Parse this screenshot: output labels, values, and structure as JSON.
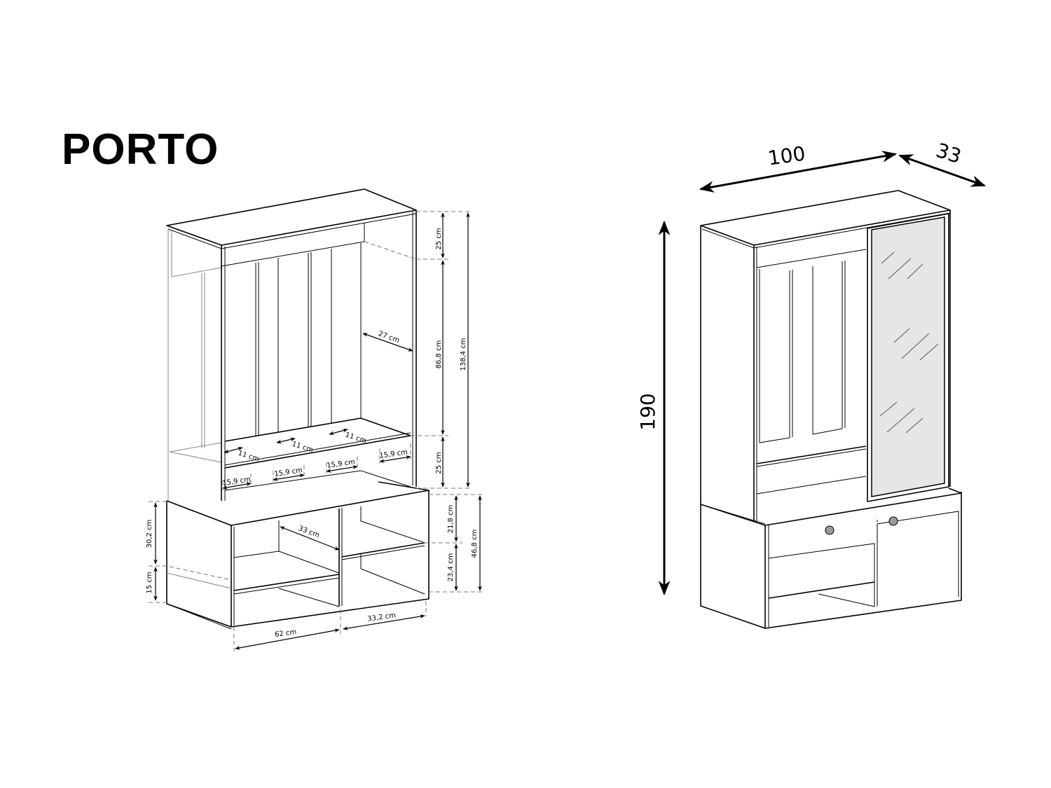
{
  "title": "PORTO",
  "left_drawing": {
    "name": "dimensioned-technical-view",
    "dimensions": {
      "top_panel_height": "25 cm",
      "hanger_section_height": "86,8 cm",
      "upper_total_height": "138,4 cm",
      "seat_section_height": "25 cm",
      "hanger_depth": "27 cm",
      "hook_spacing": [
        "11 cm",
        "11 cm",
        "11 cm"
      ],
      "compartment_widths": [
        "15,9 cm",
        "15,9 cm",
        "15,9 cm",
        "15,9 cm"
      ],
      "base_depth": "33 cm",
      "base_upper_height_side": "30,2 cm",
      "base_lower_height_side": "15 cm",
      "base_shelf_upper": "21,8 cm",
      "base_shelf_lower": "23,4 cm",
      "base_total_height": "46,8 cm",
      "base_left_width": "62 cm",
      "base_right_width": "33,2 cm"
    }
  },
  "right_drawing": {
    "name": "overall-view",
    "dimensions": {
      "width": "100",
      "depth": "33",
      "height": "190"
    }
  }
}
